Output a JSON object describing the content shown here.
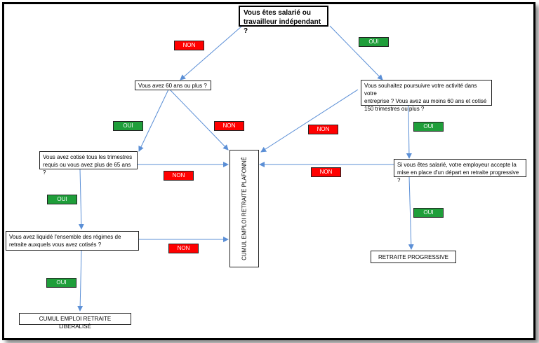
{
  "colors": {
    "non": "#ff0000",
    "oui": "#1f9e3a",
    "arrow": "#5b8fd6"
  },
  "nodes": {
    "start": "Vous êtes salarié ou\ntravailleur indépendant ?",
    "age60": "Vous avez 60 ans ou plus ?",
    "continue": "Vous souhaitez poursuivre votre activité dans votre\nentreprise ? Vous avez au moins 60 ans et cotisé\n150 trimestres ou plus ?",
    "cotise": "Vous avez cotisé tous les trimestres\nrequis ou vous avez plus de 65 ans ?",
    "employer": "Si vous êtes salarié, votre employeur accepte la\nmise en place d'un départ en retraite progressive ?",
    "liquide": "Vous avez liquidé l'ensemble des régimes de\nretraite auxquels vous avez cotisés ?",
    "plafonne": "CUMUL EMPLOI RETRAITE PLAFONNÉ",
    "progressive": "RETRAITE PROGRESSIVE",
    "liberalise": "CUMUL EMPLOI RETRAITE LIBERALISÉ"
  },
  "labels": {
    "non": "NON",
    "oui": "OUI"
  }
}
